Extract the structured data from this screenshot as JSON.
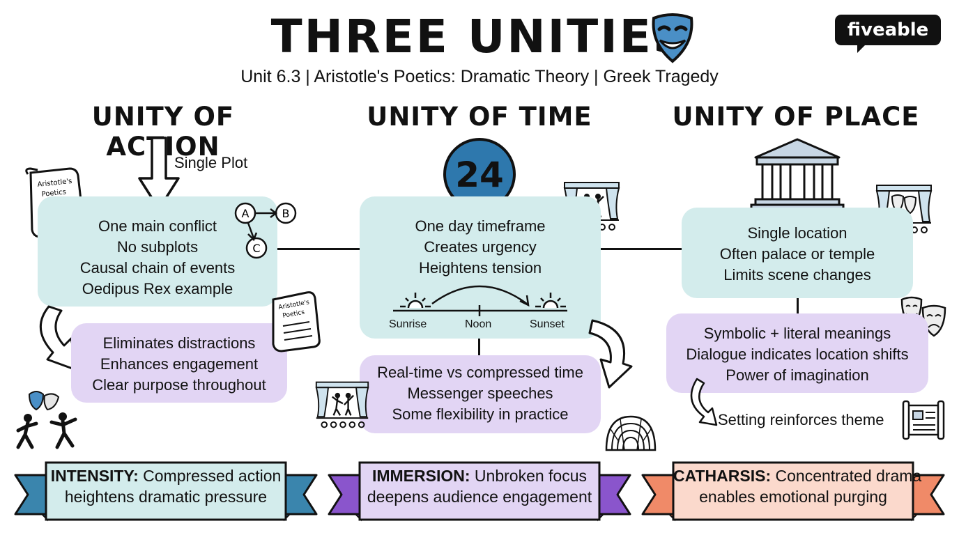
{
  "header": {
    "title": "THREE UNITIES",
    "subtitle": "Unit 6.3 | Aristotle's Poetics: Dramatic Theory | Greek Tragedy",
    "logo": "fiveable",
    "title_icon": "theater-mask-icon"
  },
  "columns": [
    {
      "heading": "UNITY OF ACTION",
      "arrow_label": "Single Plot",
      "main_points": [
        "One main conflict",
        "No subplots",
        "Causal chain of events",
        "Oedipus Rex example"
      ],
      "diagram_nodes": [
        "A",
        "B",
        "C"
      ],
      "scroll_text": [
        "Aristotle's",
        "Poetics"
      ],
      "effects": [
        "Eliminates distractions",
        "Enhances engagement",
        "Clear purpose throughout"
      ],
      "banner": {
        "label": "INTENSITY:",
        "text_line1": " Compressed action",
        "text_line2": "heightens dramatic pressure"
      }
    },
    {
      "heading": "UNITY OF TIME",
      "badge": "24",
      "main_points": [
        "One day timeframe",
        "Creates urgency",
        "Heightens tension"
      ],
      "timeline": [
        "Sunrise",
        "Noon",
        "Sunset"
      ],
      "effects": [
        "Real-time vs compressed time",
        "Messenger speeches",
        "Some flexibility in practice"
      ],
      "banner": {
        "label": "IMMERSION:",
        "text_line1": " Unbroken focus",
        "text_line2": "deepens audience engagement"
      }
    },
    {
      "heading": "UNITY OF PLACE",
      "main_points": [
        "Single location",
        "Often palace or temple",
        "Limits scene changes"
      ],
      "effects": [
        "Symbolic + literal meanings",
        "Dialogue indicates location shifts",
        "Power of imagination"
      ],
      "arrow_label": "Setting reinforces theme",
      "banner": {
        "label": "CATHARSIS:",
        "text_line1": " Concentrated drama",
        "text_line2": "enables emotional purging"
      }
    }
  ],
  "colors": {
    "teal_box": "#d3ecec",
    "lilac_box": "#e2d5f4",
    "banner_blue": "#3a85ad",
    "banner_purple": "#8a55cc",
    "banner_orange": "#f08a68",
    "badge_blue": "#2e78ad",
    "mask_blue": "#4a8fc6"
  },
  "icons": [
    "scroll-icon",
    "theater-stage-icon",
    "comedy-tragedy-masks-icon",
    "temple-icon",
    "amphitheater-icon",
    "dancing-figures-icon",
    "sun-icon",
    "curved-arrow-icon",
    "down-arrow-icon"
  ]
}
